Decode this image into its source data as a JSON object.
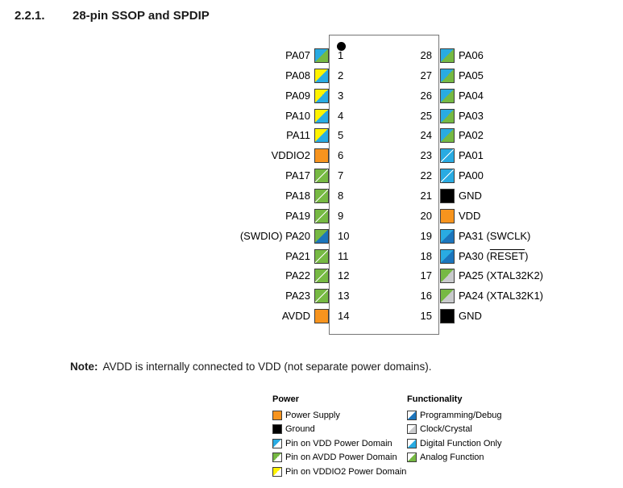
{
  "title": {
    "section": "2.2.1.",
    "heading": "28-pin SSOP and SPDIP"
  },
  "note": {
    "label": "Note:",
    "text": "AVDD is internally connected to VDD (not separate power domains)."
  },
  "colors": {
    "power_supply": "#F7941E",
    "ground": "#000000",
    "vdd": "#29ABE2",
    "avdd": "#76B943",
    "vddio2": "#FFF200",
    "prog_debug": "#1C75BC",
    "clock_crystal": "#C9CACC",
    "digital_only": "#29ABE2",
    "analog": "#76B943",
    "white": "#FFFFFF"
  },
  "chip": {
    "left_pins": [
      {
        "num": "1",
        "label": "PA07",
        "ul": "vdd",
        "lr": "analog"
      },
      {
        "num": "2",
        "label": "PA08",
        "ul": "vddio2",
        "lr": "digital_only"
      },
      {
        "num": "3",
        "label": "PA09",
        "ul": "vddio2",
        "lr": "digital_only"
      },
      {
        "num": "4",
        "label": "PA10",
        "ul": "vddio2",
        "lr": "digital_only"
      },
      {
        "num": "5",
        "label": "PA11",
        "ul": "vddio2",
        "lr": "digital_only"
      },
      {
        "num": "6",
        "label": "VDDIO2",
        "solid": "power_supply"
      },
      {
        "num": "7",
        "label": "PA17",
        "ul": "avdd",
        "lr": "analog",
        "seam": true
      },
      {
        "num": "8",
        "label": "PA18",
        "ul": "avdd",
        "lr": "analog",
        "seam": true
      },
      {
        "num": "9",
        "label": "PA19",
        "ul": "avdd",
        "lr": "analog",
        "seam": true
      },
      {
        "num": "10",
        "label": "(SWDIO) PA20",
        "ul": "avdd",
        "lr": "prog_debug"
      },
      {
        "num": "11",
        "label": "PA21",
        "ul": "avdd",
        "lr": "analog",
        "seam": true
      },
      {
        "num": "12",
        "label": "PA22",
        "ul": "avdd",
        "lr": "analog",
        "seam": true
      },
      {
        "num": "13",
        "label": "PA23",
        "ul": "avdd",
        "lr": "analog",
        "seam": true
      },
      {
        "num": "14",
        "label": "AVDD",
        "solid": "power_supply"
      }
    ],
    "right_pins": [
      {
        "num": "28",
        "label": "PA06",
        "ul": "vdd",
        "lr": "analog"
      },
      {
        "num": "27",
        "label": "PA05",
        "ul": "vdd",
        "lr": "analog"
      },
      {
        "num": "26",
        "label": "PA04",
        "ul": "vdd",
        "lr": "analog"
      },
      {
        "num": "25",
        "label": "PA03",
        "ul": "vdd",
        "lr": "analog"
      },
      {
        "num": "24",
        "label": "PA02",
        "ul": "vdd",
        "lr": "analog"
      },
      {
        "num": "23",
        "label": "PA01",
        "ul": "vdd",
        "lr": "digital_only",
        "seam": true
      },
      {
        "num": "22",
        "label": "PA00",
        "ul": "vdd",
        "lr": "digital_only",
        "seam": true
      },
      {
        "num": "21",
        "label": "GND",
        "solid": "ground"
      },
      {
        "num": "20",
        "label": "VDD",
        "solid": "power_supply"
      },
      {
        "num": "19",
        "label": "PA31 (SWCLK)",
        "ul": "vdd",
        "lr": "prog_debug"
      },
      {
        "num": "18",
        "label": "PA30 (RESET)",
        "label_pre": "PA30 (",
        "label_overline": "RESET",
        "label_post": ")",
        "ul": "vdd",
        "lr": "prog_debug"
      },
      {
        "num": "17",
        "label": "PA25 (XTAL32K2)",
        "ul": "avdd",
        "lr": "clock_crystal"
      },
      {
        "num": "16",
        "label": "PA24 (XTAL32K1)",
        "ul": "avdd",
        "lr": "clock_crystal"
      },
      {
        "num": "15",
        "label": "GND",
        "solid": "ground"
      }
    ]
  },
  "legend": {
    "power": {
      "header": "Power",
      "items": [
        {
          "label": "Power Supply",
          "solid": "power_supply"
        },
        {
          "label": "Ground",
          "solid": "ground"
        },
        {
          "label": "Pin on VDD Power Domain",
          "ul": "vdd",
          "lr": "white"
        },
        {
          "label": "Pin on AVDD Power Domain",
          "ul": "avdd",
          "lr": "white"
        },
        {
          "label": "Pin on VDDIO2 Power Domain",
          "ul": "vddio2",
          "lr": "white"
        }
      ]
    },
    "functionality": {
      "header": "Functionality",
      "items": [
        {
          "label": "Programming/Debug",
          "ul": "white",
          "lr": "prog_debug"
        },
        {
          "label": "Clock/Crystal",
          "ul": "white",
          "lr": "clock_crystal"
        },
        {
          "label": "Digital Function Only",
          "ul": "white",
          "lr": "digital_only"
        },
        {
          "label": "Analog Function",
          "ul": "white",
          "lr": "analog"
        }
      ]
    }
  }
}
